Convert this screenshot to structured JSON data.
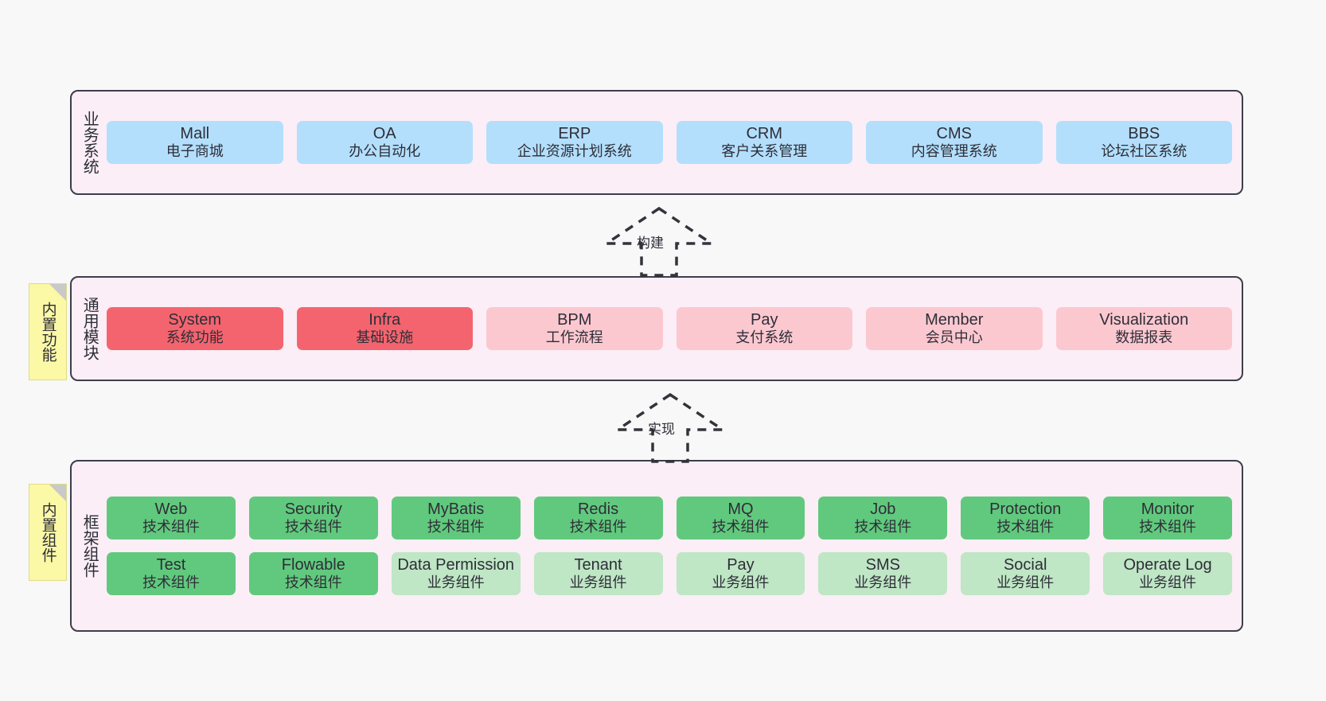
{
  "diagram": {
    "background_color": "#f8f8f8",
    "layer_fill": "#fbeef6",
    "layer_border": "#3f3d4a",
    "note_fill": "#fbf8a6"
  },
  "layers": [
    {
      "id": "business-system",
      "title": "业务系统",
      "notes": [],
      "rows": [
        {
          "nodes": [
            {
              "title": "Mall",
              "sub": "电子商城",
              "color": "#b3dffc",
              "style": "blue"
            },
            {
              "title": "OA",
              "sub": "办公自动化",
              "color": "#b3dffc",
              "style": "blue"
            },
            {
              "title": "ERP",
              "sub": "企业资源计划系统",
              "color": "#b3dffc",
              "style": "blue"
            },
            {
              "title": "CRM",
              "sub": "客户关系管理",
              "color": "#b3dffc",
              "style": "blue"
            },
            {
              "title": "CMS",
              "sub": "内容管理系统",
              "color": "#b3dffc",
              "style": "blue"
            },
            {
              "title": "BBS",
              "sub": "论坛社区系统",
              "color": "#b3dffc",
              "style": "blue"
            }
          ]
        }
      ]
    },
    {
      "id": "common-module",
      "title": "通用模块",
      "note": "内置功能",
      "rows": [
        {
          "nodes": [
            {
              "title": "System",
              "sub": "系统功能",
              "color": "#f4646e",
              "style": "red"
            },
            {
              "title": "Infra",
              "sub": "基础设施",
              "color": "#f4646e",
              "style": "red"
            },
            {
              "title": "BPM",
              "sub": "工作流程",
              "color": "#fcc8d0",
              "style": "pink"
            },
            {
              "title": "Pay",
              "sub": "支付系统",
              "color": "#fcc8d0",
              "style": "pink"
            },
            {
              "title": "Member",
              "sub": "会员中心",
              "color": "#fcc8d0",
              "style": "pink"
            },
            {
              "title": "Visualization",
              "sub": "数据报表",
              "color": "#fcc8d0",
              "style": "pink"
            }
          ]
        }
      ]
    },
    {
      "id": "framework-component",
      "title": "框架组件",
      "note": "内置组件",
      "rows": [
        {
          "nodes": [
            {
              "title": "Web",
              "sub": "技术组件",
              "color": "#61c97d",
              "style": "green"
            },
            {
              "title": "Security",
              "sub": "技术组件",
              "color": "#61c97d",
              "style": "green"
            },
            {
              "title": "MyBatis",
              "sub": "技术组件",
              "color": "#61c97d",
              "style": "green"
            },
            {
              "title": "Redis",
              "sub": "技术组件",
              "color": "#61c97d",
              "style": "green"
            },
            {
              "title": "MQ",
              "sub": "技术组件",
              "color": "#61c97d",
              "style": "green"
            },
            {
              "title": "Job",
              "sub": "技术组件",
              "color": "#61c97d",
              "style": "green"
            },
            {
              "title": "Protection",
              "sub": "技术组件",
              "color": "#61c97d",
              "style": "green"
            },
            {
              "title": "Monitor",
              "sub": "技术组件",
              "color": "#61c97d",
              "style": "green"
            }
          ]
        },
        {
          "nodes": [
            {
              "title": "Test",
              "sub": "技术组件",
              "color": "#61c97d",
              "style": "green"
            },
            {
              "title": "Flowable",
              "sub": "技术组件",
              "color": "#61c97d",
              "style": "green"
            },
            {
              "title": "Data Permission",
              "sub": "业务组件",
              "color": "#bfe6c5",
              "style": "lgreen"
            },
            {
              "title": "Tenant",
              "sub": "业务组件",
              "color": "#bfe6c5",
              "style": "lgreen"
            },
            {
              "title": "Pay",
              "sub": "业务组件",
              "color": "#bfe6c5",
              "style": "lgreen"
            },
            {
              "title": "SMS",
              "sub": "业务组件",
              "color": "#bfe6c5",
              "style": "lgreen"
            },
            {
              "title": "Social",
              "sub": "业务组件",
              "color": "#bfe6c5",
              "style": "lgreen"
            },
            {
              "title": "Operate Log",
              "sub": "业务组件",
              "color": "#bfe6c5",
              "style": "lgreen"
            }
          ]
        }
      ]
    }
  ],
  "connectors": [
    {
      "id": "build",
      "label": "构建",
      "from": "common-module",
      "to": "business-system"
    },
    {
      "id": "implement",
      "label": "实现",
      "from": "framework-component",
      "to": "common-module"
    }
  ]
}
